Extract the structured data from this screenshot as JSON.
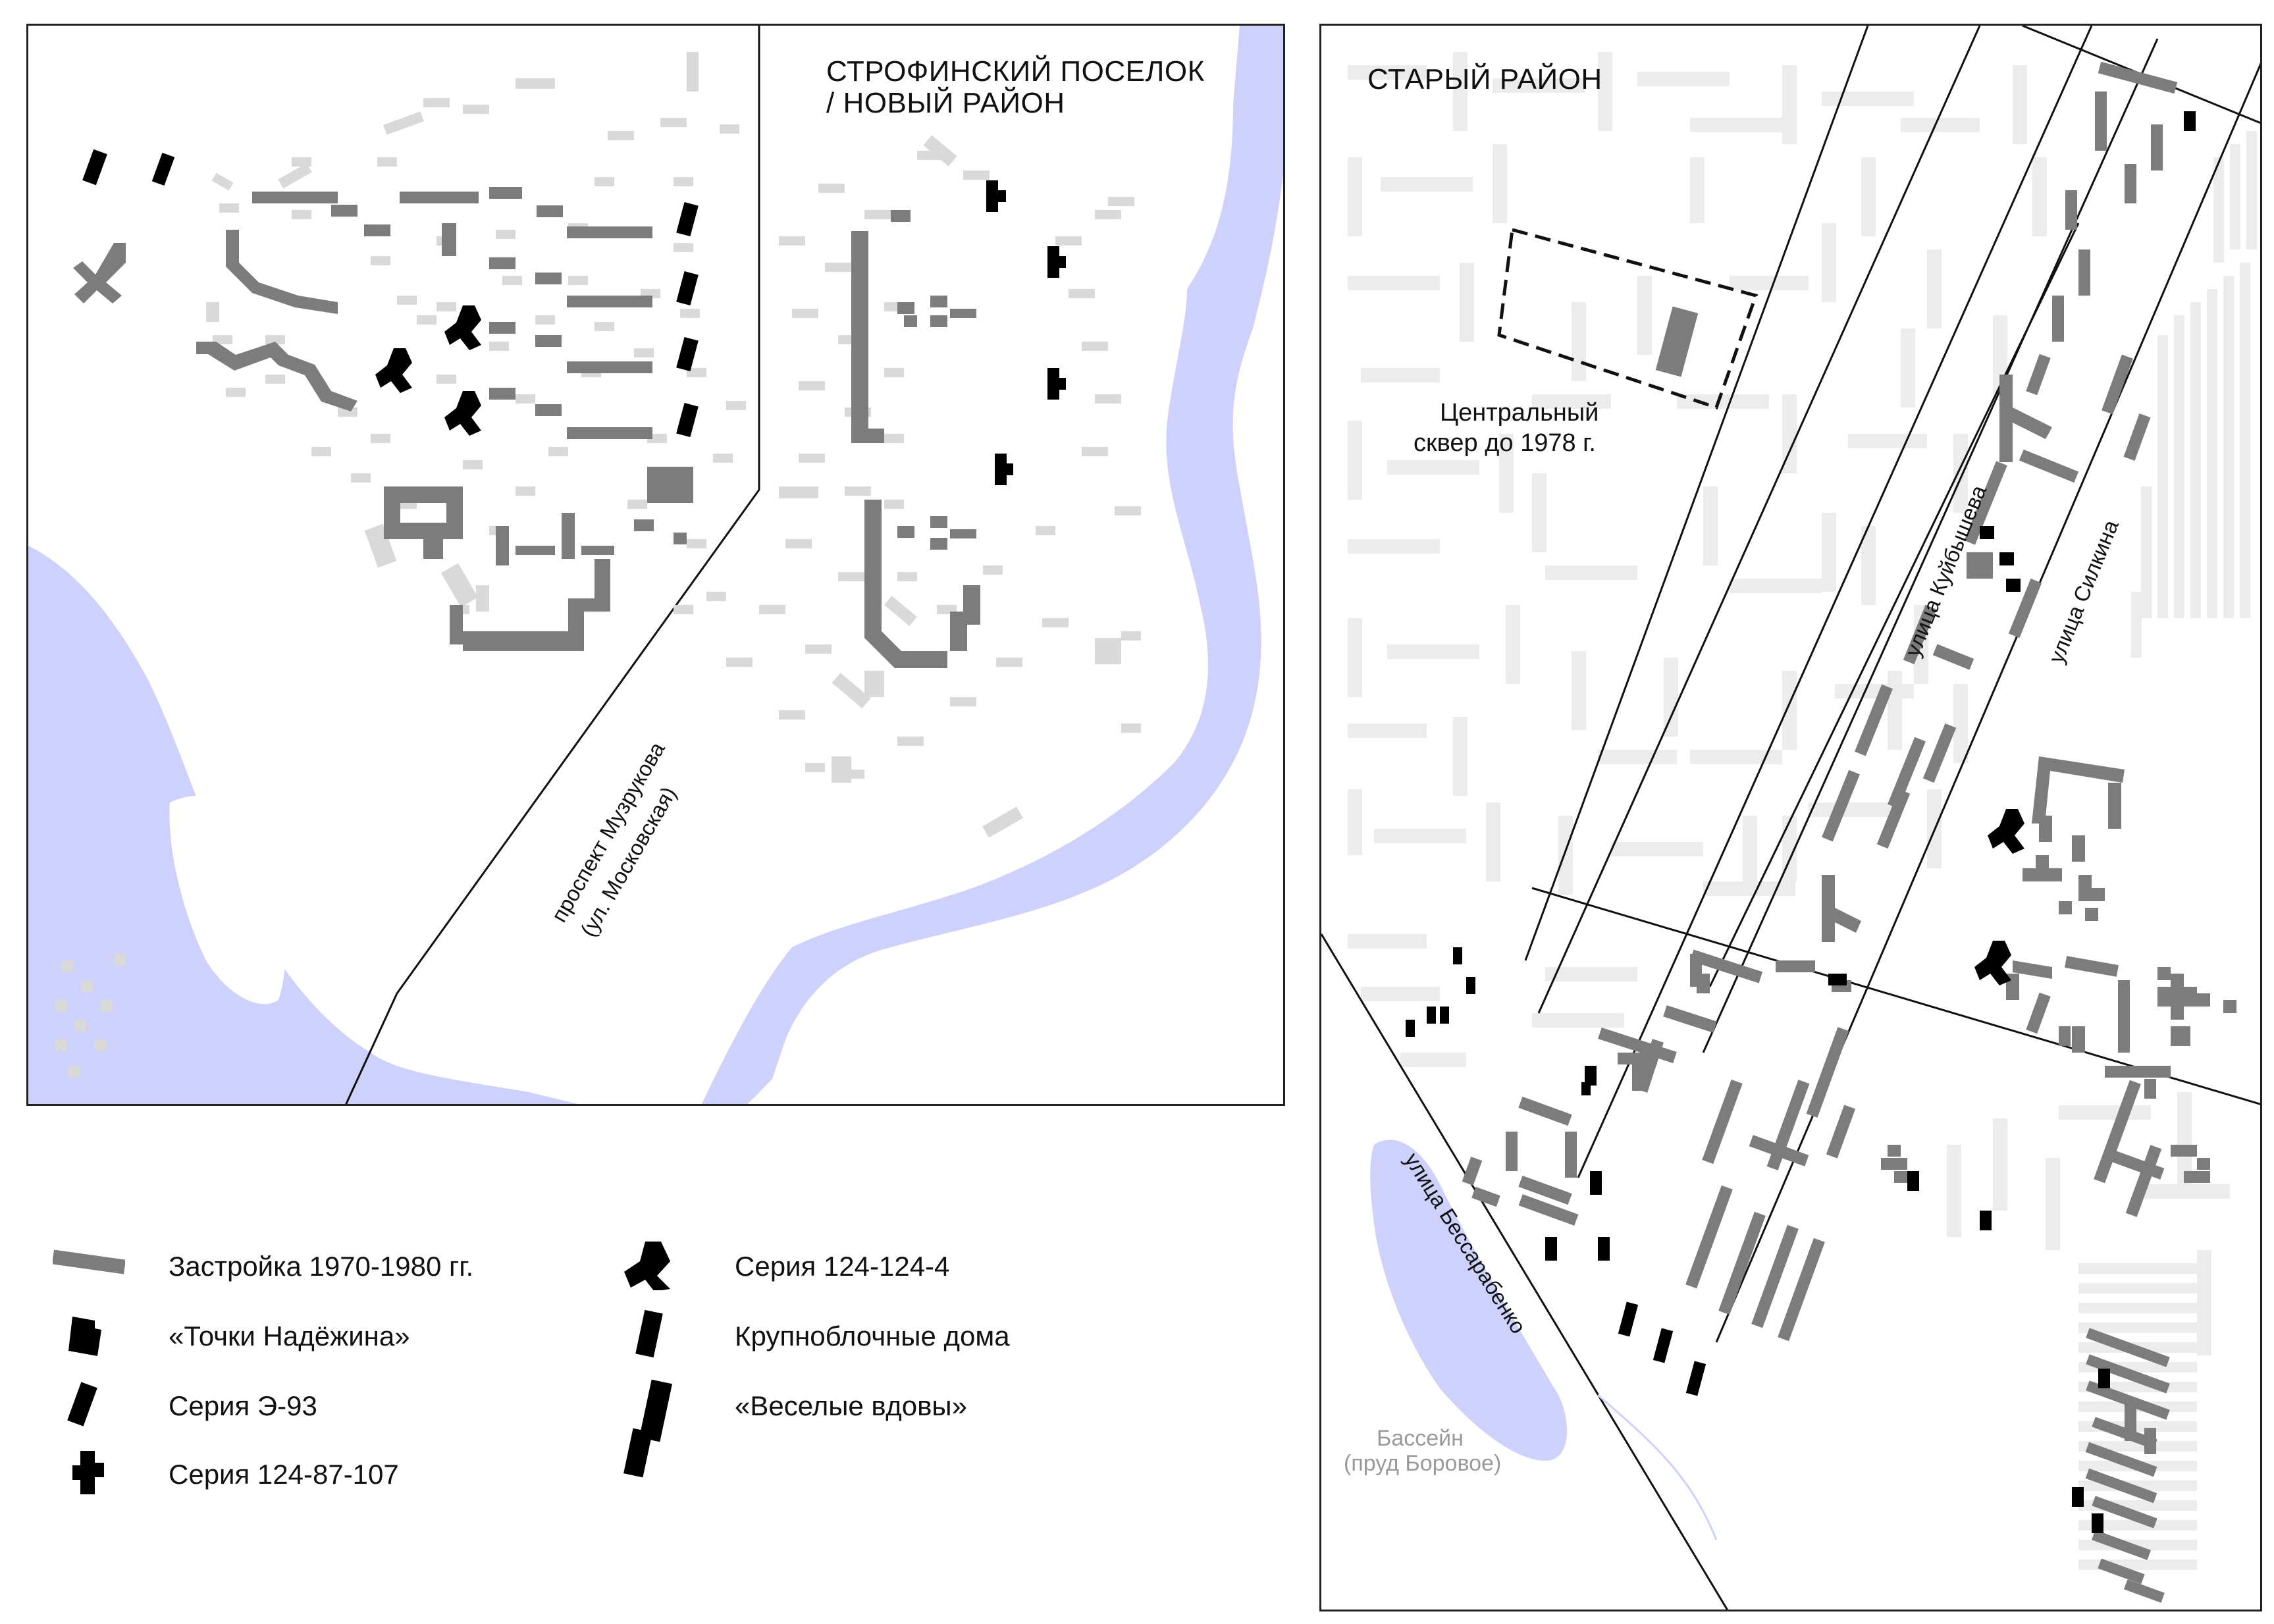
{
  "left_map": {
    "title_line1": "СТРОФИНСКИЙ ПОСЕЛОК",
    "title_line2": "/ НОВЫЙ РАЙОН",
    "avenue_line1": "проспект Музрукова",
    "avenue_line2": "(ул. Московская)"
  },
  "right_map": {
    "title": "СТАРЫЙ РАЙОН",
    "square_line1": "Центральный",
    "square_line2": "сквер до 1978 г.",
    "street_kuybysheva": "улица Куйбышева",
    "street_silkina": "улица Силкина",
    "street_bessarabenko": "улица Бессарабенко",
    "pool_line1": "Бассейн",
    "pool_line2": "(пруд Боровое)"
  },
  "legend": {
    "items": [
      {
        "label": "Застройка 1970-1980 гг.",
        "symbol": "gray-bar-icon"
      },
      {
        "label": "«Точки Надёжина»",
        "symbol": "nadezhin-point-icon"
      },
      {
        "label": "Серия Э-93",
        "symbol": "e93-series-icon"
      },
      {
        "label": "Серия 124-87-107",
        "symbol": "series-124-87-107-icon"
      },
      {
        "label": "Серия 124-124-4",
        "symbol": "series-124-124-4-icon"
      },
      {
        "label": "Крупноблочные дома",
        "symbol": "large-block-house-icon"
      },
      {
        "label": "«Веселые вдовы»",
        "symbol": "merry-widows-icon"
      }
    ]
  },
  "colors": {
    "water": "#cdd1fb",
    "building_1970s": "#7c7c7c",
    "building_old": "#e8e8e8",
    "building_dotted": "#d9d9d9",
    "black_series": "#000000",
    "road": "#111111"
  }
}
